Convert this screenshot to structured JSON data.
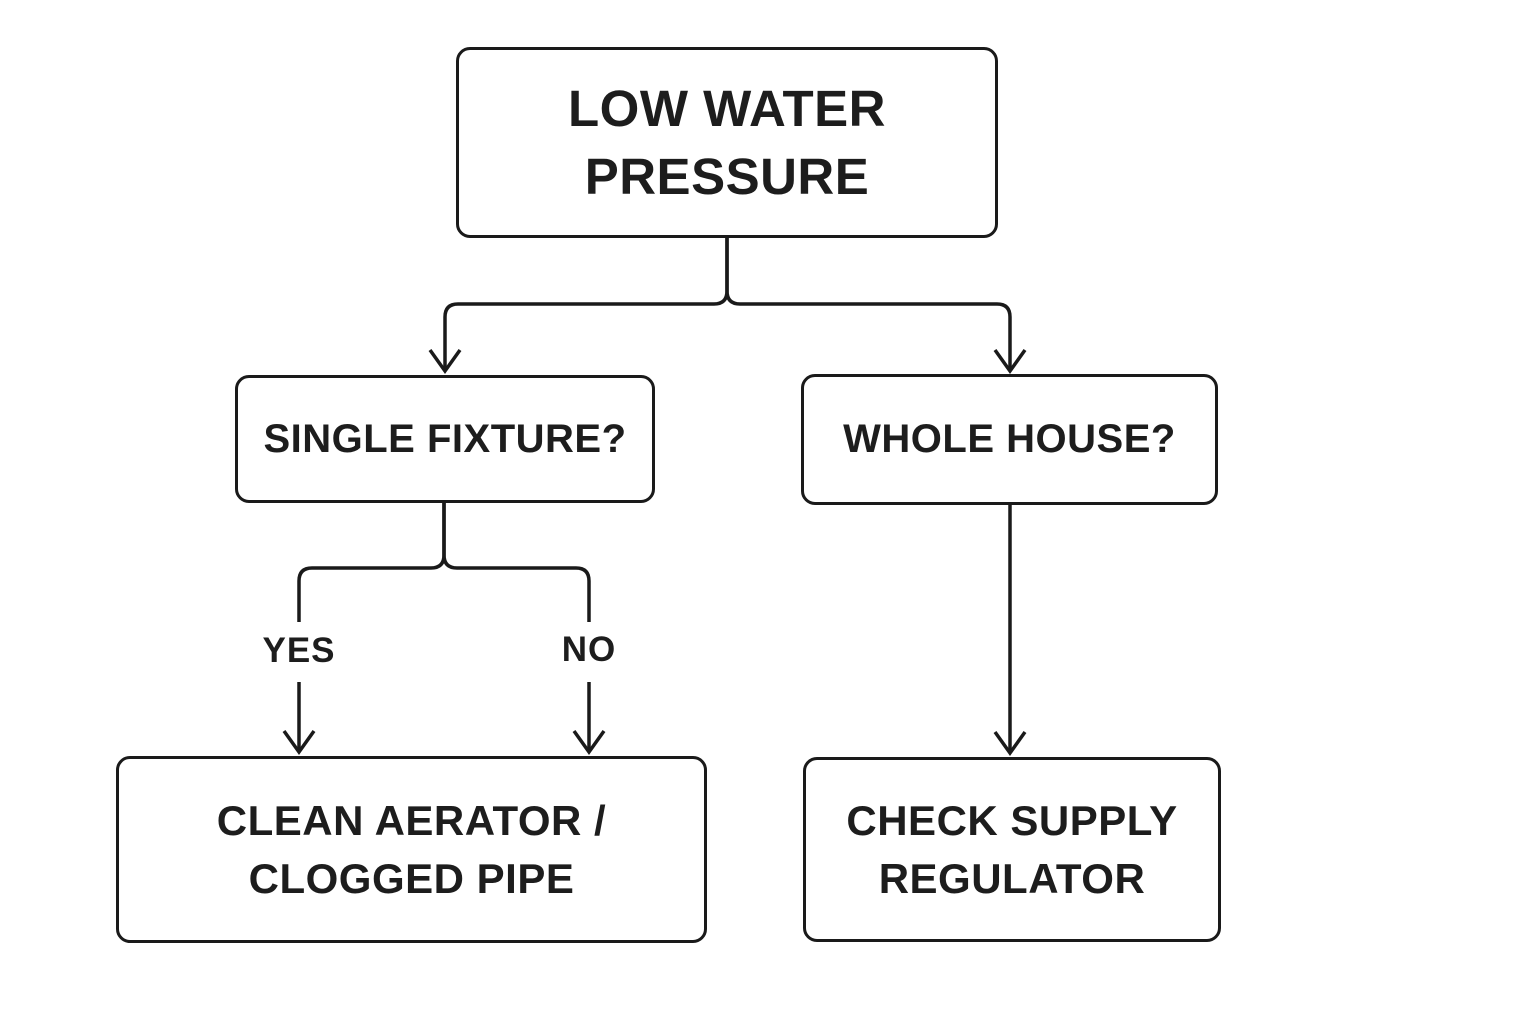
{
  "diagram": {
    "title_semantic": "Low water pressure troubleshooting flowchart",
    "colors": {
      "background": "#ffffff",
      "stroke": "#1a1a1a",
      "text": "#1d1d1d"
    },
    "nodes": {
      "root": {
        "line1": "LOW WATER",
        "line2": "PRESSURE"
      },
      "single_fixture": {
        "line1": "SINGLE FIXTURE?"
      },
      "whole_house": {
        "line1": "WHOLE HOUSE?"
      },
      "clean_aerator": {
        "line1": "CLEAN AERATOR /",
        "line2": "CLOGGED PIPE"
      },
      "check_regulator": {
        "line1": "CHECK SUPPLY",
        "line2": "REGULATOR"
      }
    },
    "edge_labels": {
      "yes": "YES",
      "no": "NO"
    }
  }
}
